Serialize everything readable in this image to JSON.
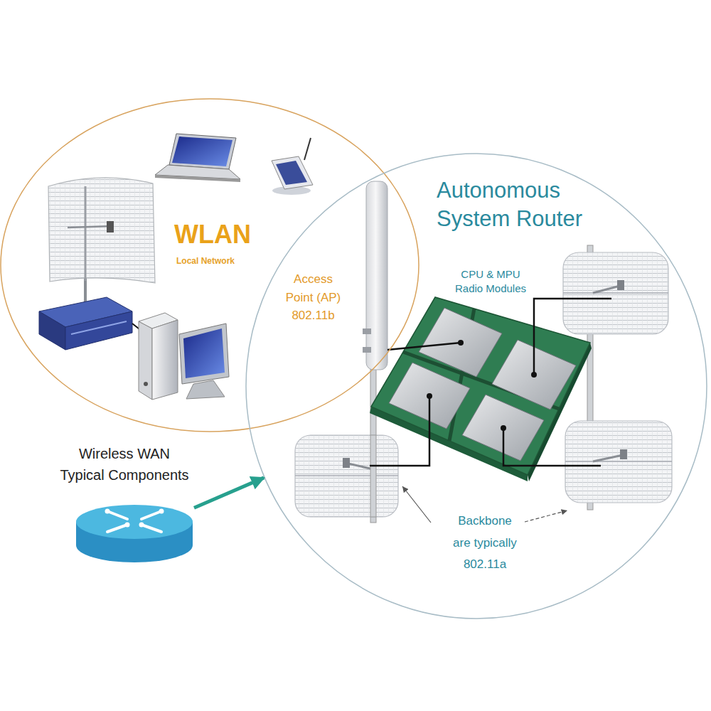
{
  "diagram": {
    "nodes": [
      {
        "text": [
          "WLAN",
          "Local Network"
        ]
      },
      {
        "text": [
          "Autonomous System Router"
        ]
      },
      {
        "text": [
          "Wireless WAN Typical Components"
        ]
      }
    ],
    "edges": [
      {
        "from": 2,
        "to": 1,
        "arrow": "to"
      }
    ],
    "labels": [
      "Access Point (AP) 802.11b",
      "CPU & MPU Radio Modules",
      "Backbone are typically 802.11a"
    ]
  }
}
